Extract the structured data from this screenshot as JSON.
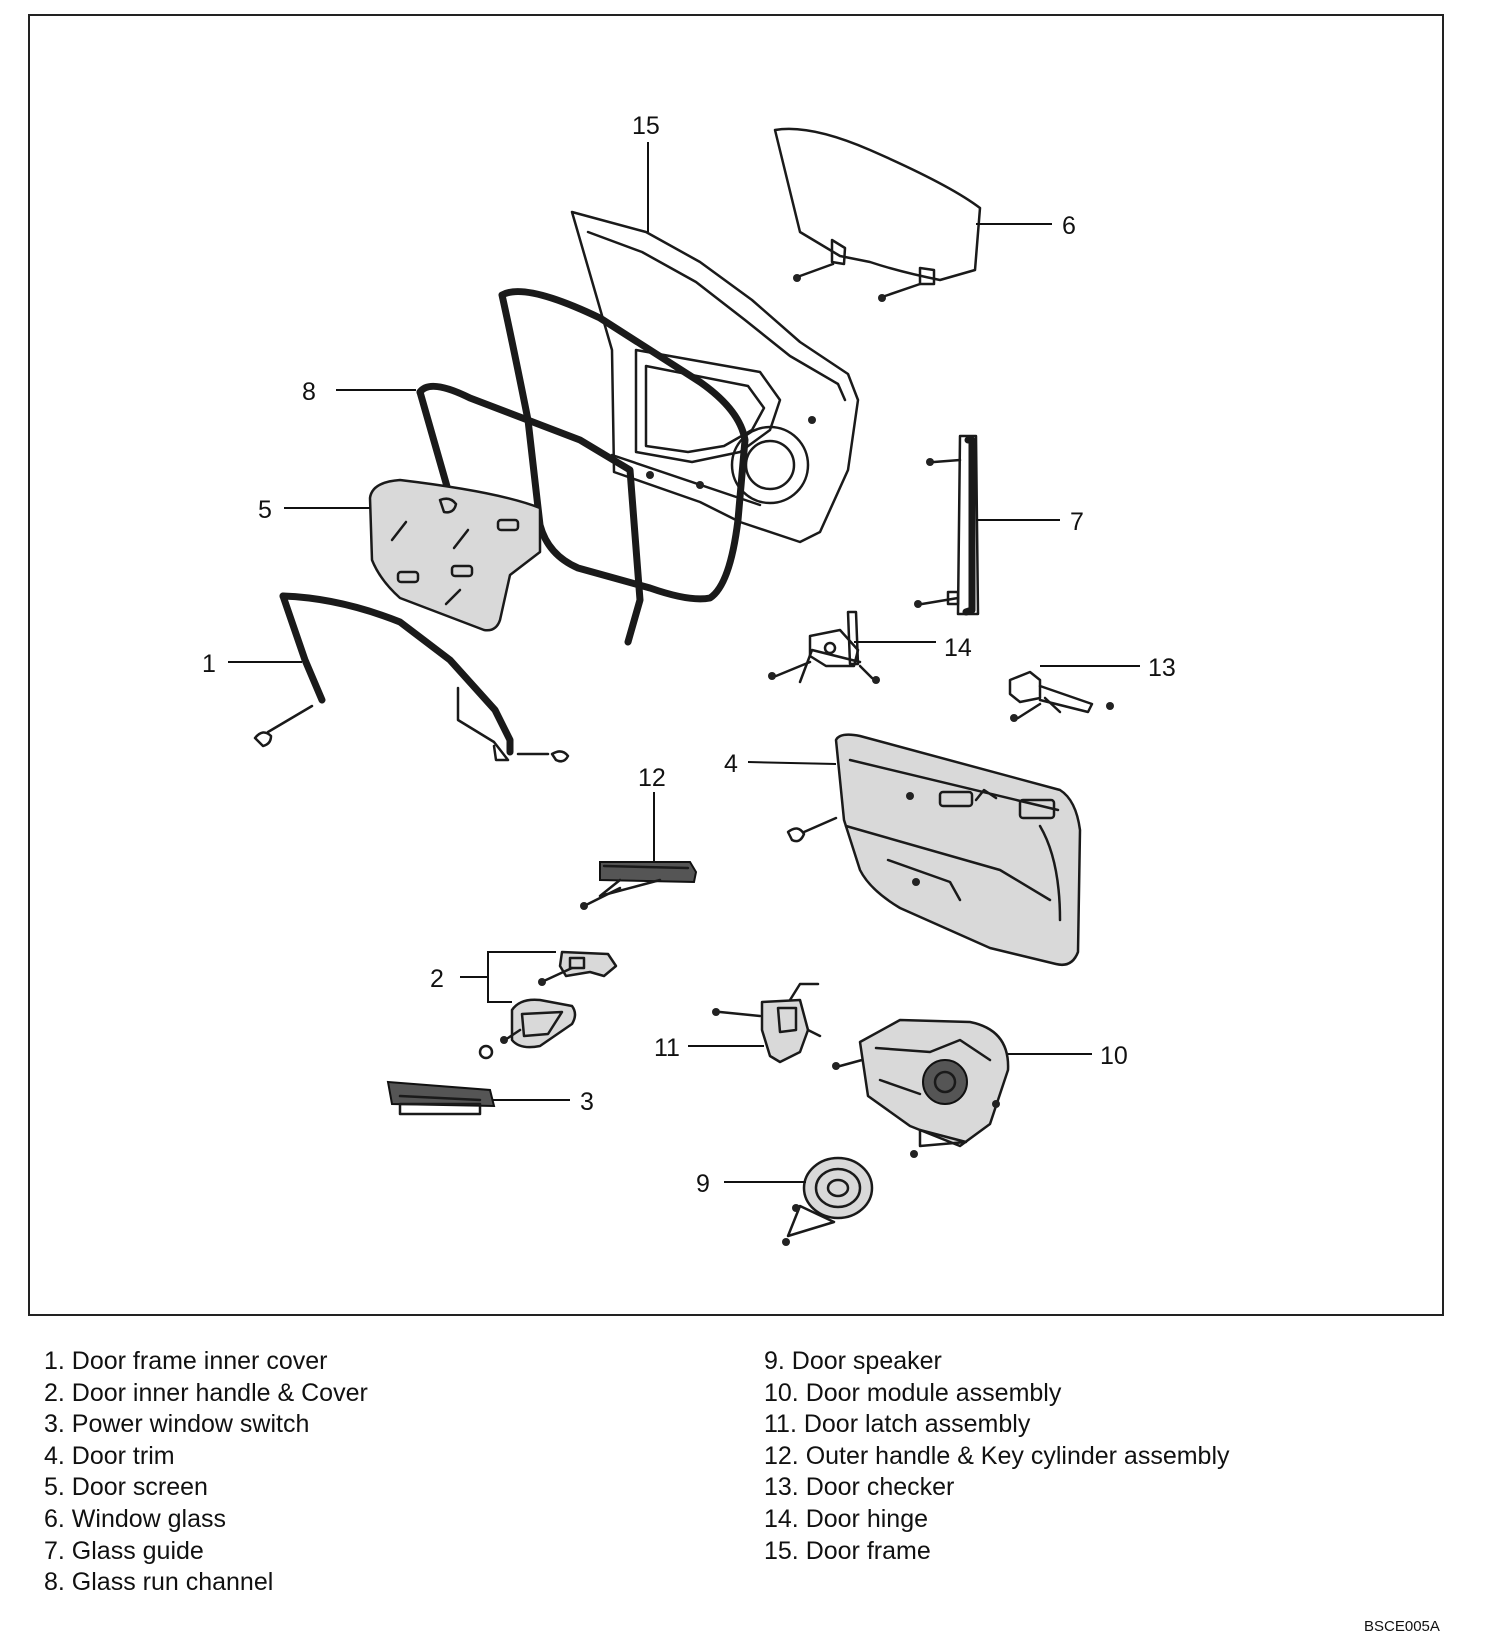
{
  "callouts": [
    "1",
    "2",
    "3",
    "4",
    "5",
    "6",
    "7",
    "8",
    "9",
    "10",
    "11",
    "12",
    "13",
    "14",
    "15"
  ],
  "legend_left": [
    "1. Door frame inner cover",
    "2. Door inner handle & Cover",
    "3. Power window switch",
    "4. Door trim",
    "5. Door screen",
    "6. Window glass",
    "7. Glass guide",
    "8. Glass run channel"
  ],
  "legend_right": [
    "9. Door speaker",
    "10. Door module assembly",
    "11. Door latch assembly",
    "12. Outer handle & Key cylinder assembly",
    "13. Door checker",
    "14. Door hinge",
    "15. Door frame"
  ],
  "figure_code": "BSCE005A"
}
